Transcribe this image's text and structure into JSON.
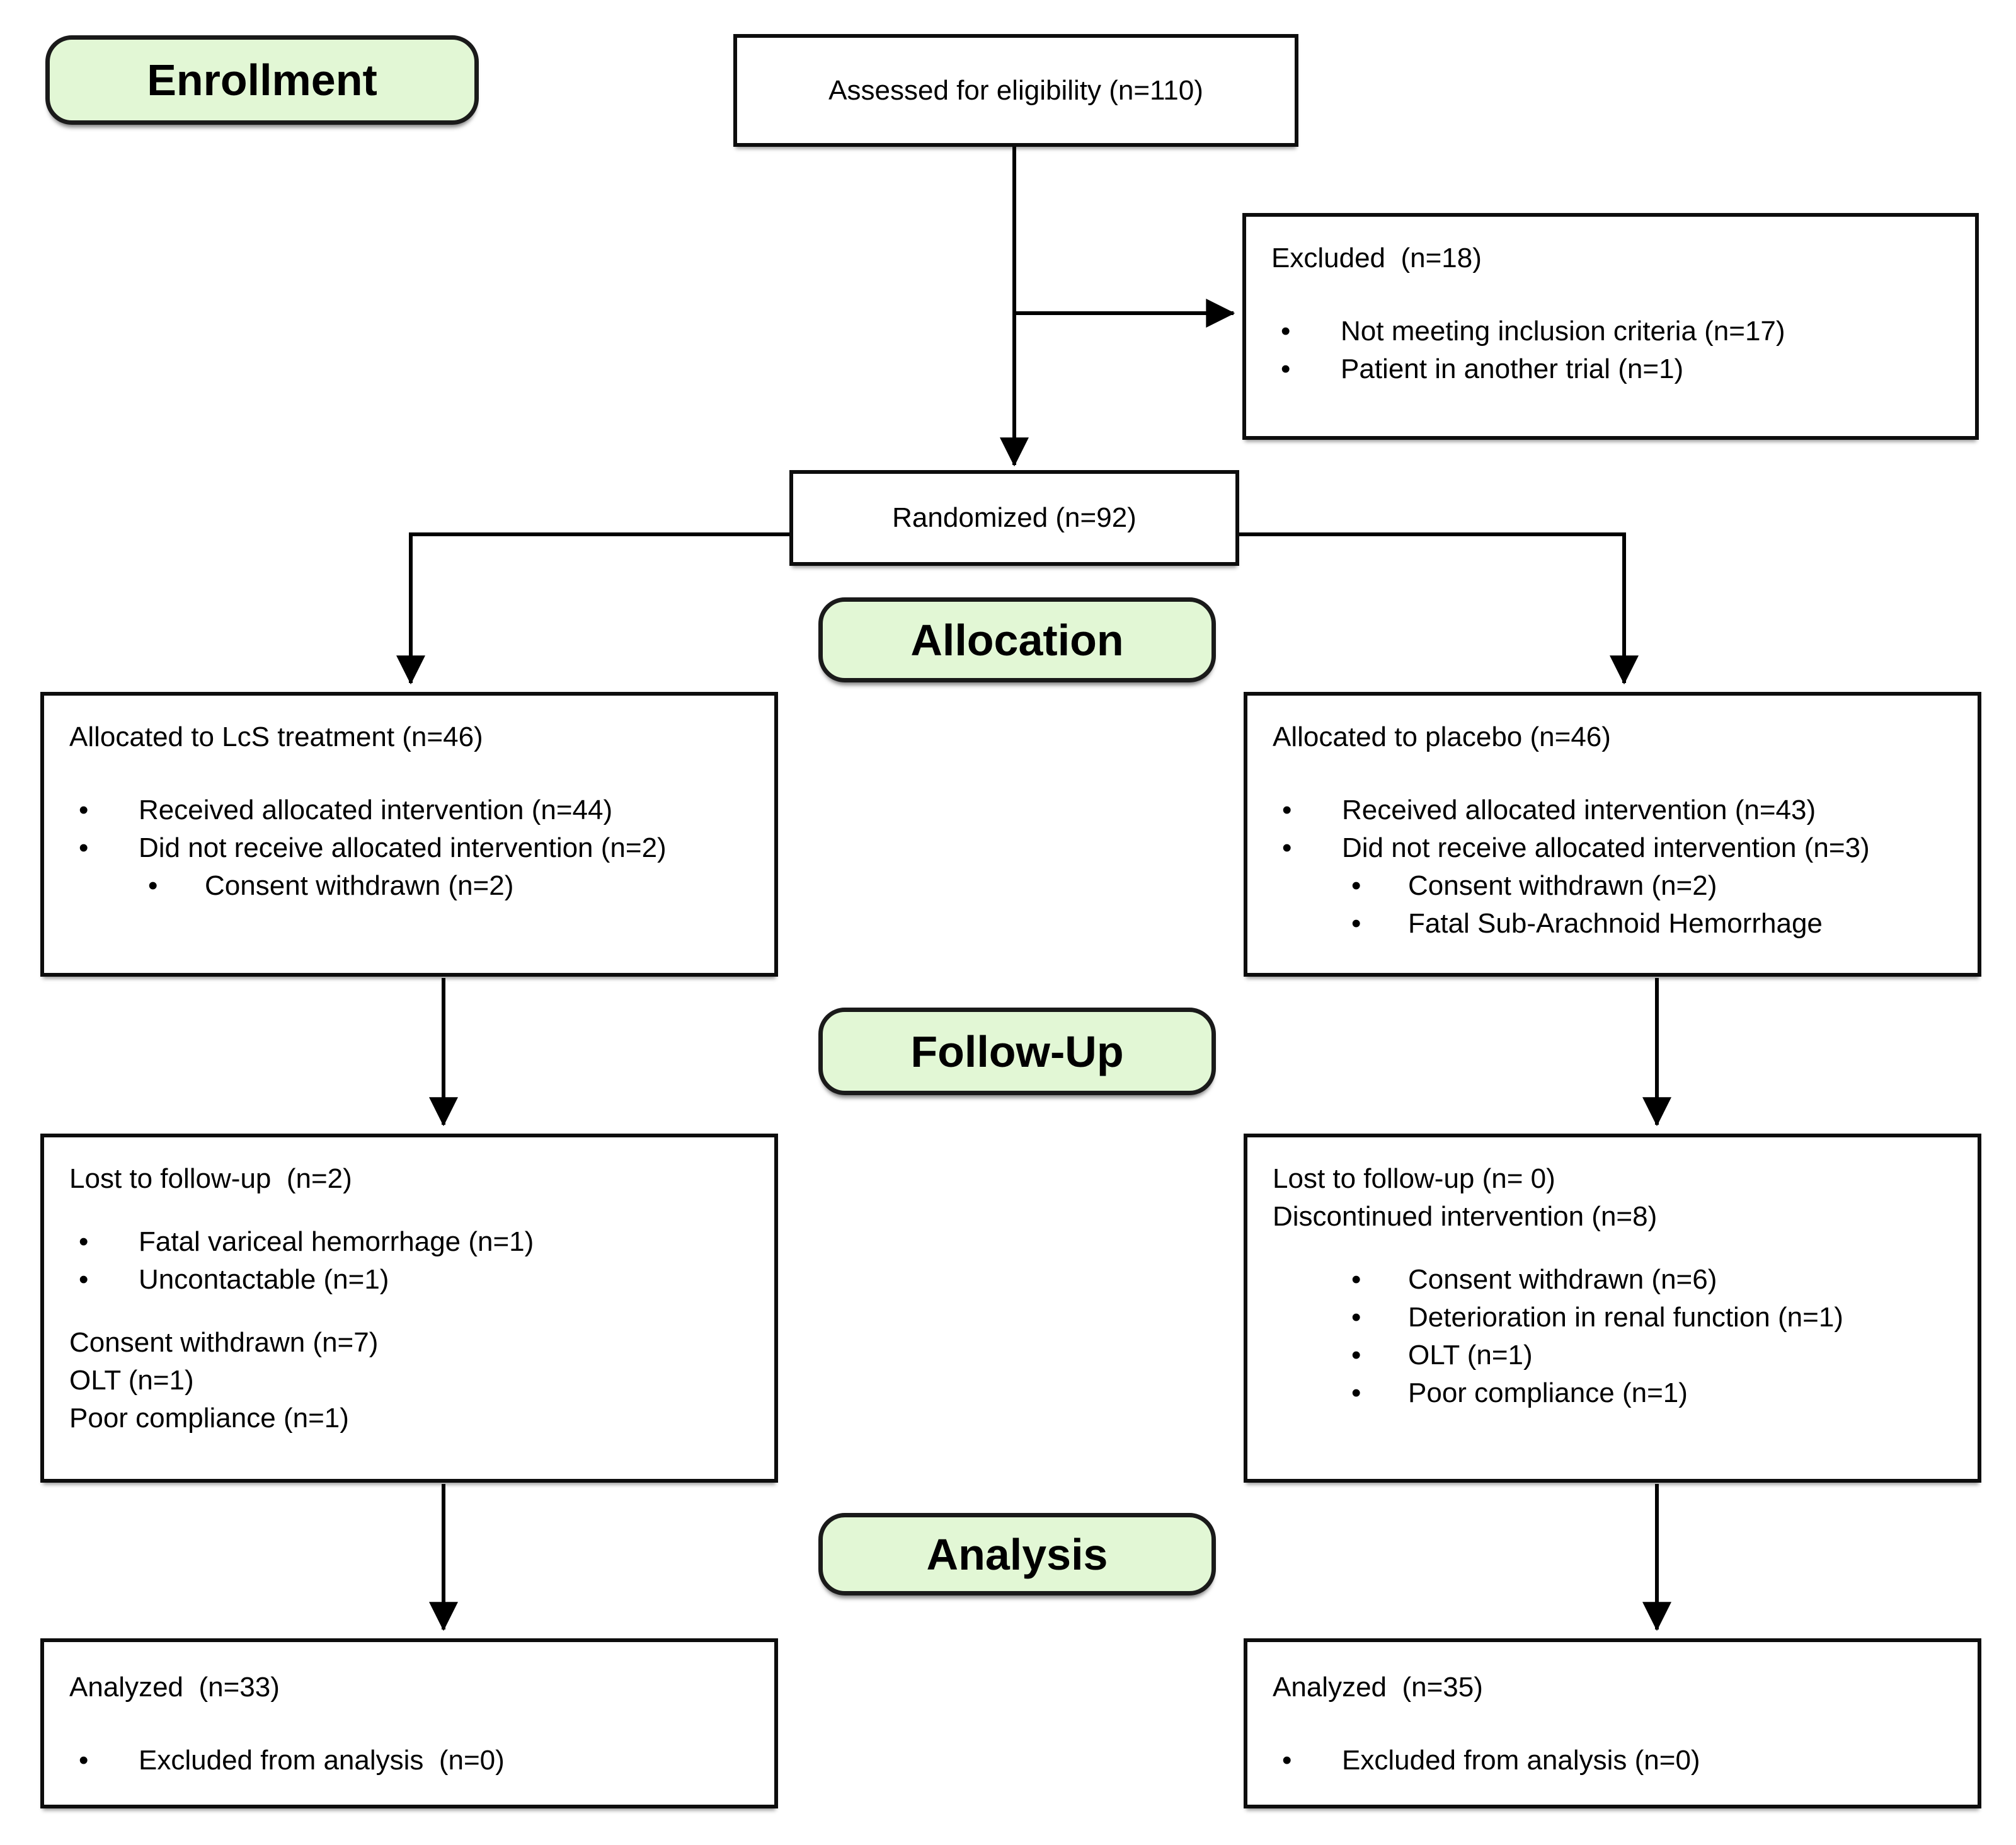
{
  "stages": {
    "enrollment": {
      "label": "Enrollment"
    },
    "allocation": {
      "label": "Allocation"
    },
    "followup": {
      "label": "Follow-Up"
    },
    "analysis": {
      "label": "Analysis"
    }
  },
  "colors": {
    "stage_fill": "#e2f7d5",
    "stage_border": "#1a1a1a",
    "box_border": "#0d0d0d",
    "text": "#000000",
    "page_bg": "#ffffff"
  },
  "boxes": {
    "assessed": {
      "title": "Assessed for eligibility (n=110)"
    },
    "excluded": {
      "title": "Excluded  (n=18)",
      "bullets": [
        "Not meeting inclusion criteria (n=17)",
        "Patient in another trial (n=1)"
      ]
    },
    "randomized": {
      "title": "Randomized (n=92)"
    },
    "allocated_lcs": {
      "title": "Allocated to LcS treatment (n=46)",
      "bullets": [
        "Received allocated intervention (n=44)",
        "Did not receive allocated intervention (n=2)"
      ],
      "sub_bullets": [
        "Consent withdrawn (n=2)"
      ]
    },
    "allocated_placebo": {
      "title": "Allocated to placebo (n=46)",
      "bullets": [
        "Received allocated intervention (n=43)",
        "Did not receive allocated intervention (n=3)"
      ],
      "sub_bullets": [
        "Consent withdrawn (n=2)",
        "Fatal Sub-Arachnoid Hemorrhage"
      ]
    },
    "followup_lcs": {
      "title": "Lost to follow-up  (n=2)",
      "bullets": [
        "Fatal variceal hemorrhage (n=1)",
        "Uncontactable (n=1)"
      ],
      "lines": [
        "Consent withdrawn (n=7)",
        "OLT (n=1)",
        "Poor compliance (n=1)"
      ]
    },
    "followup_placebo": {
      "lines": [
        "Lost to follow-up (n= 0)",
        "Discontinued intervention (n=8)"
      ],
      "bullets": [
        "Consent withdrawn (n=6)",
        "Deterioration in renal function (n=1)",
        "OLT (n=1)",
        "Poor compliance (n=1)"
      ]
    },
    "analyzed_lcs": {
      "title": "Analyzed  (n=33)",
      "bullets": [
        "Excluded from analysis  (n=0)"
      ]
    },
    "analyzed_placebo": {
      "title": "Analyzed  (n=35)",
      "bullets": [
        "Excluded from analysis (n=0)"
      ]
    }
  }
}
